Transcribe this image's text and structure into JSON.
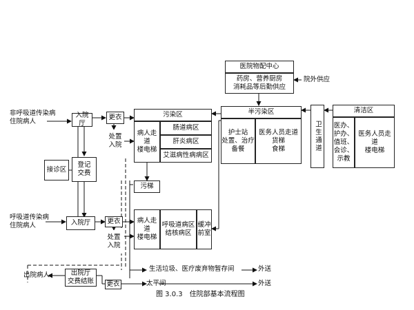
{
  "nodes": {
    "non_resp_patient": "非呼吸道传染病\n住院病人",
    "resp_patient": "呼吸道传染病\n住院病人",
    "discharged_patient": "出院病人",
    "admission_hall_top": "入院厅",
    "admission_hall_bottom": "入院厅",
    "reception_area": "接诊区",
    "registration_payment": "登记\n交费",
    "change_top": "更衣",
    "change_mid": "更衣",
    "change_bottom": "更衣",
    "treatment_admit_top": "处置\n入院",
    "treatment_admit_bottom": "处置\n入院",
    "contaminated_zone": "污染区",
    "patient_elevator_top": "病人走道\n楼电梯",
    "intestinal_ward": "肠道病区",
    "hepatitis_ward": "肝炎病区",
    "aids_ward": "艾滋病性病病区",
    "dirty_elevator": "污梯",
    "patient_elevator_bottom": "病人走道\n楼电梯",
    "resp_tb_ward": "呼吸道病区\n结核病区",
    "buffer_room": "缓冲\n前室",
    "semi_contaminated_zone": "半污染区",
    "nurse_station": "护士站\n处置、治疗\n备餐",
    "staff_corridor_semi": "医务人员走道\n货梯\n食梯",
    "sanitary_passage": "卫生通道",
    "clean_zone": "清洁区",
    "doctor_office": "医办、\n护办、\n值班、\n会诊、\n示教",
    "staff_elevator_clean": "医务人员走道\n楼电梯",
    "supply_center_title": "医院物配中心",
    "supply_center_body": "药房、营养厨房\n消耗品等后勤供应",
    "external_supply": "院外供应",
    "discharge_hall": "出院厅\n交费结账",
    "waste_storage": "生活垃圾、医疗废弃物暂存间",
    "morgue": "太平间",
    "transport_out_1": "外送",
    "transport_out_2": "外送"
  },
  "caption": "图 3.0.3　住院部基本流程图"
}
